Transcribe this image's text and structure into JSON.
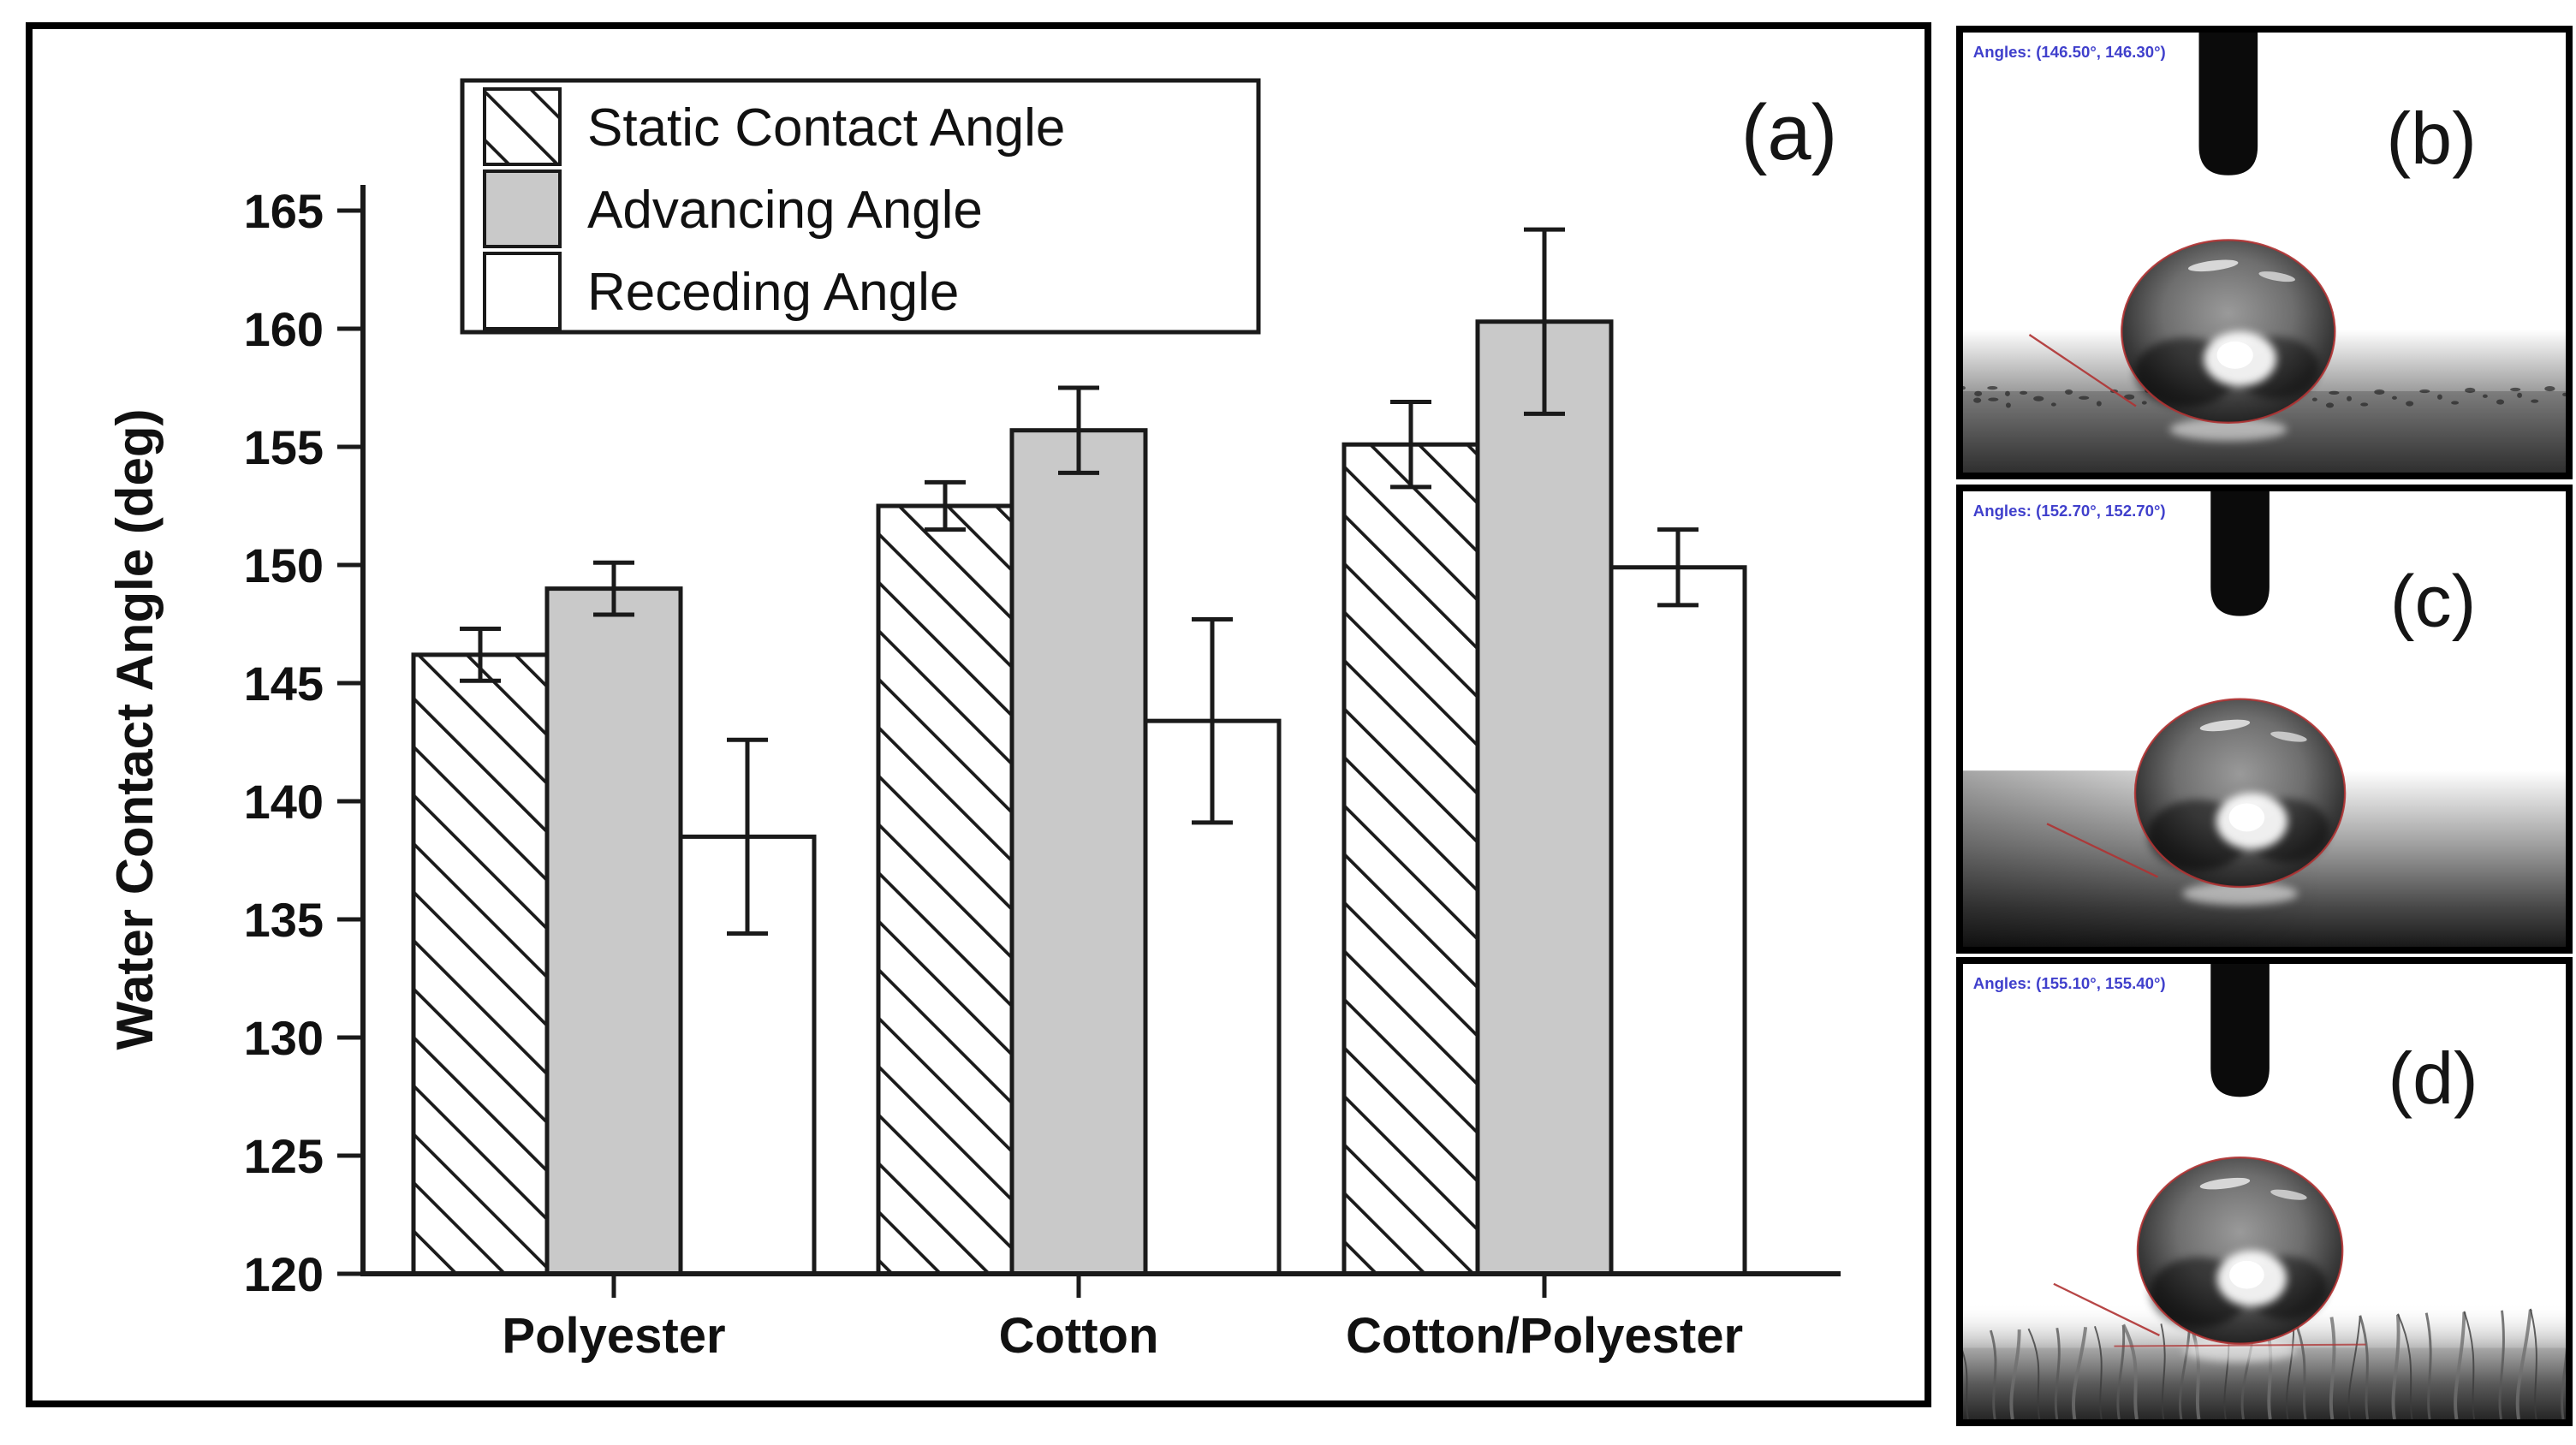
{
  "figure": {
    "panels": [
      "(a)",
      "(b)",
      "(c)",
      "(d)"
    ]
  },
  "chart_data": {
    "type": "bar",
    "panel_label": "(a)",
    "title": "",
    "xlabel": "",
    "ylabel": "Water Contact Angle (deg)",
    "ylim": [
      120,
      165
    ],
    "ytick_step": 5,
    "yticks": [
      120,
      125,
      130,
      135,
      140,
      145,
      150,
      155,
      160,
      165
    ],
    "categories": [
      "Polyester",
      "Cotton",
      "Cotton/Polyester"
    ],
    "series": [
      {
        "name": "Static Contact Angle",
        "style": "hatched",
        "values": [
          146.2,
          152.5,
          155.1
        ],
        "errors": [
          1.1,
          1.0,
          1.8
        ]
      },
      {
        "name": "Advancing Angle",
        "style": "gray",
        "values": [
          149.0,
          155.7,
          160.3
        ],
        "errors": [
          1.1,
          1.8,
          3.9
        ]
      },
      {
        "name": "Receding Angle",
        "style": "white",
        "values": [
          138.5,
          143.4,
          149.9
        ],
        "errors": [
          4.1,
          4.3,
          1.6
        ]
      }
    ],
    "legend_position": "top-left",
    "grid": false
  },
  "photos": [
    {
      "panel_label": "(b)",
      "angle_text": "Angles: (146.50°, 146.30°)"
    },
    {
      "panel_label": "(c)",
      "angle_text": "Angles: (152.70°, 152.70°)"
    },
    {
      "panel_label": "(d)",
      "angle_text": "Angles: (155.10°, 155.40°)"
    }
  ],
  "colors": {
    "bar_gray": "#c9c9c9",
    "outline": "#1a1a1a",
    "annotation_blue": "#4040cc",
    "fit_line_red": "#b03333",
    "background": "#ffffff"
  }
}
